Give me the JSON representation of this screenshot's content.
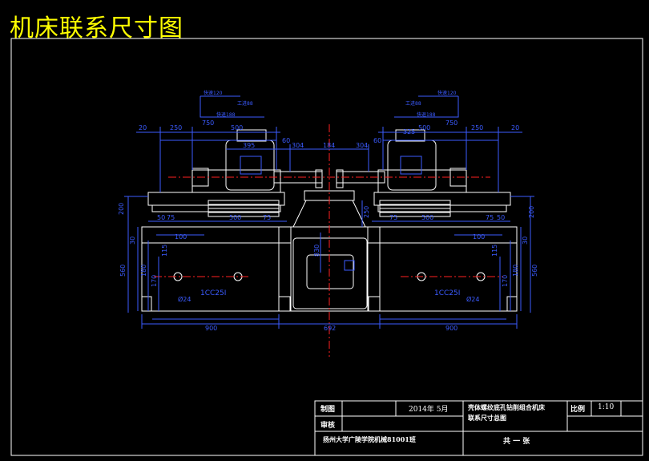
{
  "drawing": {
    "title": "机床联系尺寸图",
    "colors": {
      "background": "#000000",
      "frame": "#ffffff",
      "machine": "#ffffff",
      "dimension": "#3b5bff",
      "centerline": "#ff2020",
      "title": "#ffff00"
    }
  },
  "labels": {
    "motor_left": "快速120",
    "motor_right": "快速120",
    "feed_left": "工进88",
    "feed_right": "工进88",
    "quick_left": "快退188",
    "quick_right": "快退188",
    "model_left": "1CC25I",
    "model_right": "1CC25I",
    "hole_left": "Ø24",
    "hole_right": "Ø24"
  },
  "dims": {
    "top_20_l": "20",
    "top_250_l": "250",
    "top_750_l": "750",
    "top_500_l": "500",
    "top_20_r": "20",
    "top_250_r": "250",
    "top_750_r": "750",
    "top_500_r": "500",
    "d395_l": "395",
    "d60_l": "60",
    "d304_l": "304",
    "d184": "184",
    "d304_r": "304",
    "d60_r": "60",
    "d325_r": "325",
    "d200_l": "200",
    "d200_r": "200",
    "d50_l": "50",
    "d75_l": "75",
    "d500_l": "500",
    "d75_l2": "75",
    "d75_r": "75",
    "d500_r": "500",
    "d75_r2": "75",
    "d50_r": "50",
    "d100_l": "100",
    "d100_r": "100",
    "d30_l": "30",
    "d560_l": "560",
    "d180_l": "180",
    "d170_l": "170",
    "d115_l": "115",
    "d30_r": "30",
    "d560_r": "560",
    "d180_r": "180",
    "d170_r": "170",
    "d115_r": "115",
    "d250_c": "250",
    "d830": "830",
    "d900_l": "900",
    "d692": "692",
    "d900_r": "900"
  },
  "title_block": {
    "drawn_by_label": "制图",
    "checked_label": "审核",
    "date": "2014年 5月",
    "name_line1": "壳体螺纹底孔钻削组合机床",
    "name_line2": "联系尺寸总图",
    "scale_label": "比例",
    "scale_value": "1:10",
    "school": "扬州大学广陵学院机械81001班",
    "sheet": "共 一 张"
  }
}
